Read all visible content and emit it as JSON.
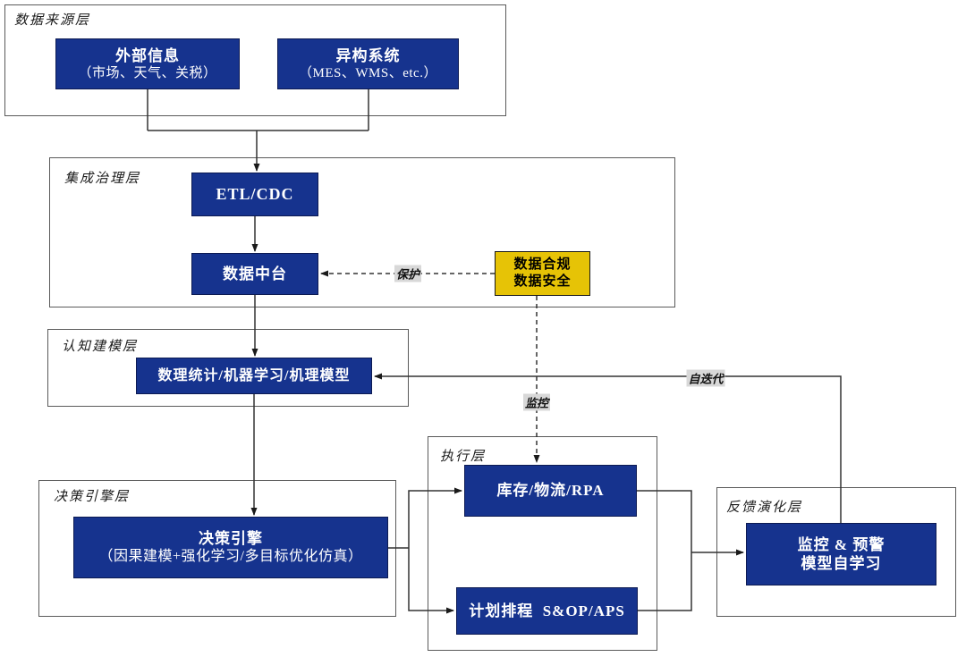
{
  "colors": {
    "node_blue": "#16338E",
    "node_yellow": "#E6C306",
    "edge_label_bg": "#D8D8D8",
    "line": "#333333"
  },
  "layers": {
    "source": {
      "label": "数据来源层",
      "external": {
        "title": "外部信息",
        "subtitle": "（市场、天气、关税）"
      },
      "hetero": {
        "title": "异构系统",
        "subtitle": "（MES、WMS、etc.）"
      }
    },
    "integration": {
      "label": "集成治理层",
      "etl": "ETL/CDC",
      "data_platform": "数据中台",
      "compliance_line1": "数据合规",
      "compliance_line2": "数据安全"
    },
    "cognitive": {
      "label": "认知建模层",
      "model": "数理统计/机器学习/机理模型"
    },
    "decision": {
      "label": "决策引擎层",
      "engine_title": "决策引擎",
      "engine_subtitle": "（因果建模+强化学习/多目标优化仿真）"
    },
    "execution": {
      "label": "执行层",
      "inventory": "库存/物流/RPA",
      "planning": "计划排程  S&OP/APS"
    },
    "feedback": {
      "label": "反馈演化层",
      "monitor_line1": "监控 & 预警",
      "monitor_line2": "模型自学习"
    }
  },
  "edge_labels": {
    "protect": "保护",
    "monitor": "监控",
    "self_iterate": "自迭代"
  }
}
